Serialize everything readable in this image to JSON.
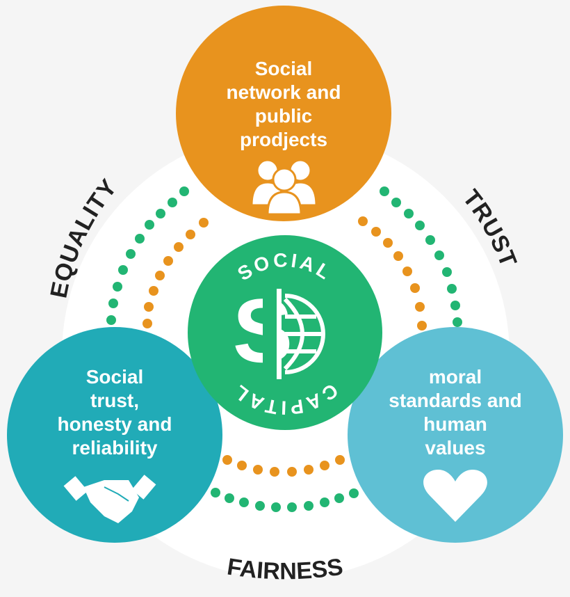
{
  "colors": {
    "background": "#f5f5f5",
    "ring": "#ffffff",
    "orange": "#E8931E",
    "green": "#22B573",
    "teal": "#21ABB7",
    "lightblue": "#5FC0D4",
    "label_text": "#222222",
    "white": "#ffffff"
  },
  "center": {
    "top_text": "SOCIAL",
    "bottom_text": "CAPITAL",
    "icon": "dollar-globe-icon"
  },
  "nodes": {
    "top": {
      "lines": [
        "Social",
        "network and",
        "public",
        "prodjects"
      ],
      "icon": "people-group-icon"
    },
    "left": {
      "lines": [
        "Social",
        "trust,",
        "honesty and",
        "reliability"
      ],
      "icon": "handshake-icon"
    },
    "right": {
      "lines": [
        "moral",
        "standards and",
        "human",
        "values"
      ],
      "icon": "heart-icon"
    }
  },
  "arc_labels": {
    "left": "EQUALITY",
    "right": "TRUST",
    "bottom": "FAIRNESS"
  }
}
